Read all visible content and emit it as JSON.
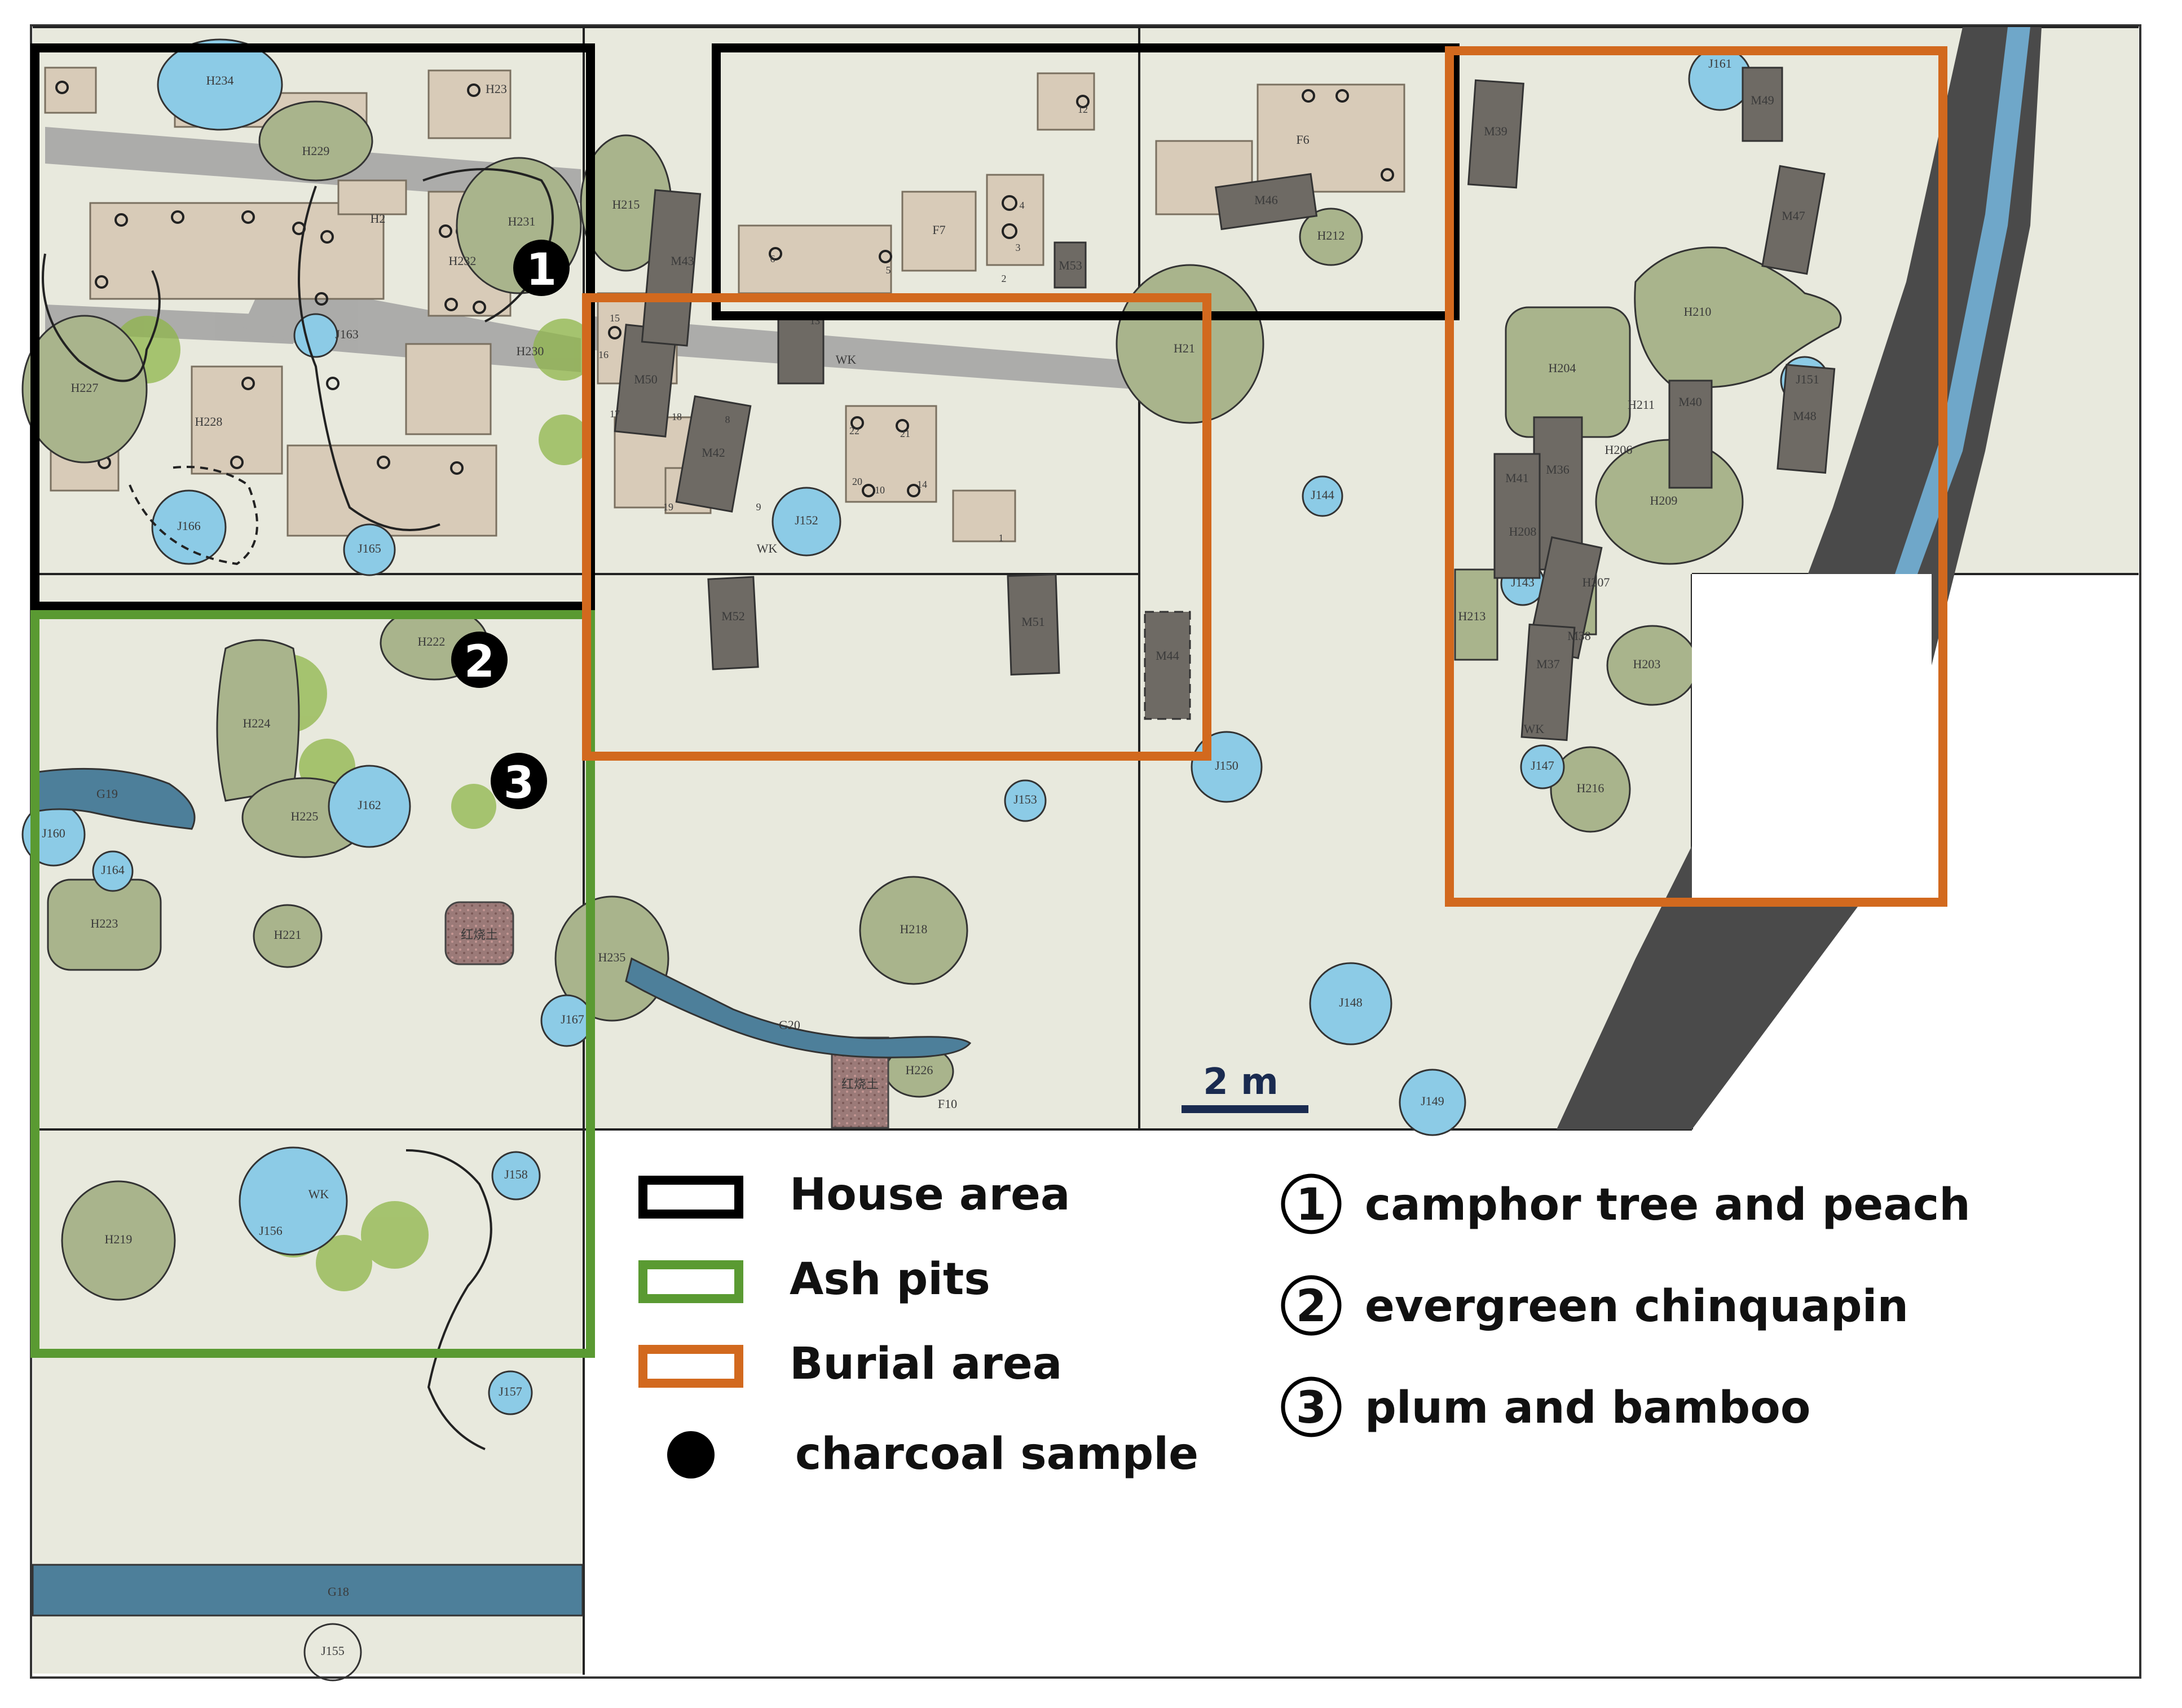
{
  "legend": {
    "house_area": "House area",
    "ash_pits": "Ash pits",
    "burial_area": "Burial area",
    "charcoal_sample": "charcoal sample"
  },
  "sample_points": [
    {
      "num": "1",
      "circled": "①",
      "label": "camphor tree and peach"
    },
    {
      "num": "2",
      "circled": "②",
      "label": "evergreen chinquapin"
    },
    {
      "num": "3",
      "circled": "③",
      "label": "plum and bamboo"
    }
  ],
  "scale_bar": {
    "label": "2 m"
  },
  "colors": {
    "house_area": "#000000",
    "ash_pits": "#5a9a32",
    "burial_area": "#d2691e",
    "pit": "#a9b48c",
    "well": "#8ccbe6",
    "burial": "#6e6a64",
    "house": "#d8cbb8",
    "ditch": "#4d7f9a",
    "road": "#9a9a9a",
    "ground": "#e8e9dd"
  },
  "features": {
    "pits": [
      "H234",
      "H229",
      "H231",
      "H232",
      "H230",
      "H227",
      "H228",
      "H215",
      "H204",
      "H210",
      "H209",
      "H206",
      "H211",
      "H207",
      "H203",
      "H216",
      "H213",
      "H222",
      "H224",
      "H225",
      "H223",
      "H221",
      "H235",
      "H218",
      "H226",
      "H219",
      "H212",
      "H21",
      "H2",
      "H23",
      "H208"
    ],
    "wells": [
      "J166",
      "J165",
      "J163",
      "J152",
      "J144",
      "J161",
      "J151",
      "J143",
      "J147",
      "J150",
      "J153",
      "J162",
      "J160",
      "J164",
      "J167",
      "J148",
      "J149",
      "J158",
      "J156",
      "J157",
      "J155"
    ],
    "burials": [
      "M39",
      "M49",
      "M47",
      "M48",
      "M40",
      "M36",
      "M41",
      "M38",
      "M37",
      "M50",
      "M42",
      "M52",
      "M51",
      "M44",
      "M46",
      "M43",
      "M53"
    ],
    "houses": [
      "F6",
      "F7",
      "F10"
    ],
    "kilns": [
      "WK"
    ],
    "ditches": [
      "G19",
      "G20",
      "G18"
    ],
    "other": [
      "红烧土"
    ],
    "postholes": [
      "1",
      "2",
      "3",
      "4",
      "5",
      "6",
      "8",
      "9",
      "10",
      "12",
      "13",
      "14",
      "15",
      "16",
      "17",
      "18",
      "19",
      "20",
      "21",
      "22"
    ]
  }
}
